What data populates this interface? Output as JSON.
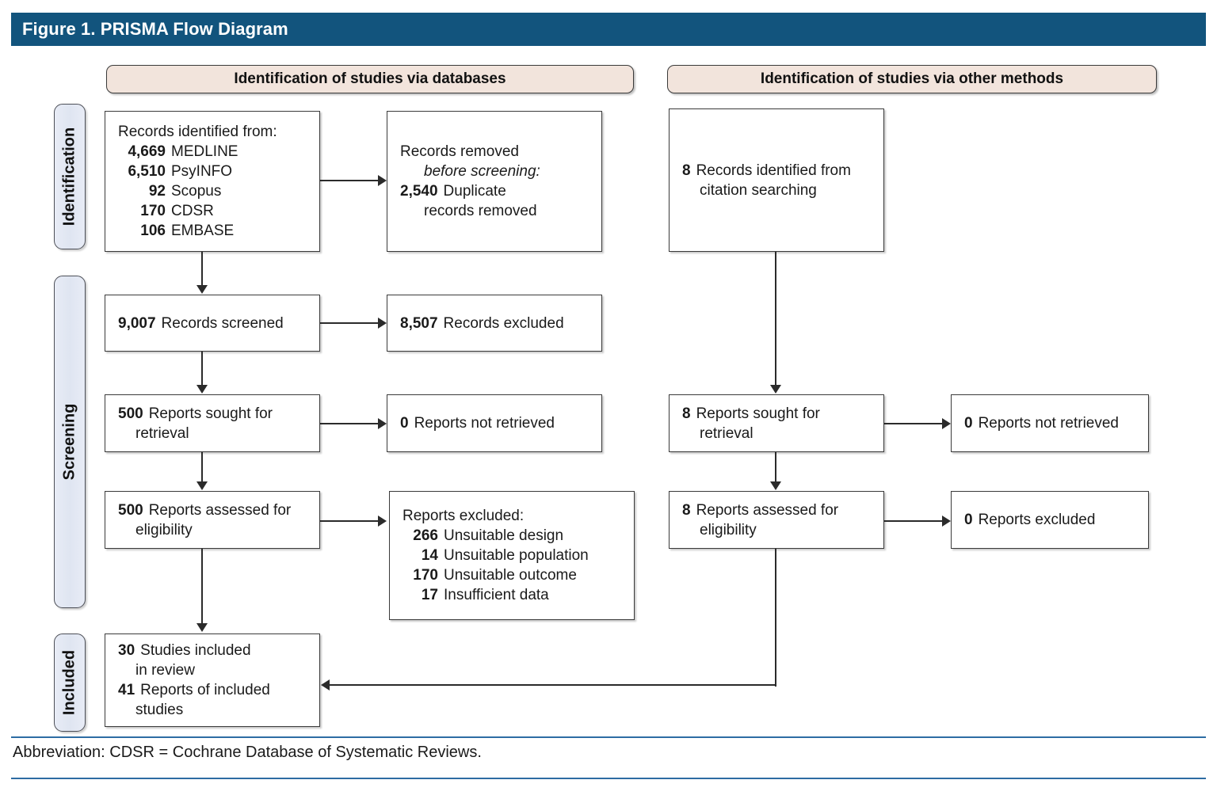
{
  "figure": {
    "title": "Figure 1. PRISMA Flow Diagram",
    "title_bar_color": "#12547d",
    "banner_color": "#f2e4dc",
    "stage_color": "#e4e9f4",
    "rule_color": "#2d6ca3"
  },
  "columns": {
    "databases_banner": "Identification of studies via databases",
    "other_banner": "Identification of studies via other methods"
  },
  "stages": [
    {
      "label": "Identification"
    },
    {
      "label": "Screening"
    },
    {
      "label": "Included"
    }
  ],
  "boxes": {
    "identified": {
      "heading": "Records identified from:",
      "rows": [
        {
          "n": "4,669",
          "label": "MEDLINE"
        },
        {
          "n": "6,510",
          "label": "PsyINFO"
        },
        {
          "n": "92",
          "label": "Scopus"
        },
        {
          "n": "170",
          "label": "CDSR"
        },
        {
          "n": "106",
          "label": "EMBASE"
        }
      ]
    },
    "removed": {
      "line1": "Records removed",
      "line2": "before screening:",
      "n": "2,540",
      "label_a": "Duplicate",
      "label_b": "records removed"
    },
    "other_identified": {
      "n": "8",
      "label_a": "Records identified from",
      "label_b": "citation searching"
    },
    "screened": {
      "n": "9,007",
      "label": "Records screened"
    },
    "excluded": {
      "n": "8,507",
      "label": "Records excluded"
    },
    "sought": {
      "n": "500",
      "label_a": "Reports sought for",
      "label_b": "retrieval"
    },
    "not_retrieved": {
      "n": "0",
      "label": "Reports not retrieved"
    },
    "assessed": {
      "n": "500",
      "label_a": "Reports assessed for",
      "label_b": "eligibility"
    },
    "reports_excluded": {
      "heading": "Reports excluded:",
      "rows": [
        {
          "n": "266",
          "label": "Unsuitable design"
        },
        {
          "n": "14",
          "label": "Unsuitable population"
        },
        {
          "n": "170",
          "label": "Unsuitable outcome"
        },
        {
          "n": "17",
          "label": "Insufficient data"
        }
      ]
    },
    "other_sought": {
      "n": "8",
      "label_a": "Reports sought for",
      "label_b": "retrieval"
    },
    "other_not_retrieved": {
      "n": "0",
      "label": "Reports not retrieved"
    },
    "other_assessed": {
      "n": "8",
      "label_a": "Reports assessed for",
      "label_b": "eligibility"
    },
    "other_excluded": {
      "n": "0",
      "label": "Reports excluded"
    },
    "included": {
      "n1": "30",
      "label1_a": "Studies included",
      "label1_b": "in review",
      "n2": "41",
      "label2_a": "Reports of included",
      "label2_b": "studies"
    }
  },
  "footnote": "Abbreviation: CDSR = Cochrane Database of Systematic Reviews."
}
